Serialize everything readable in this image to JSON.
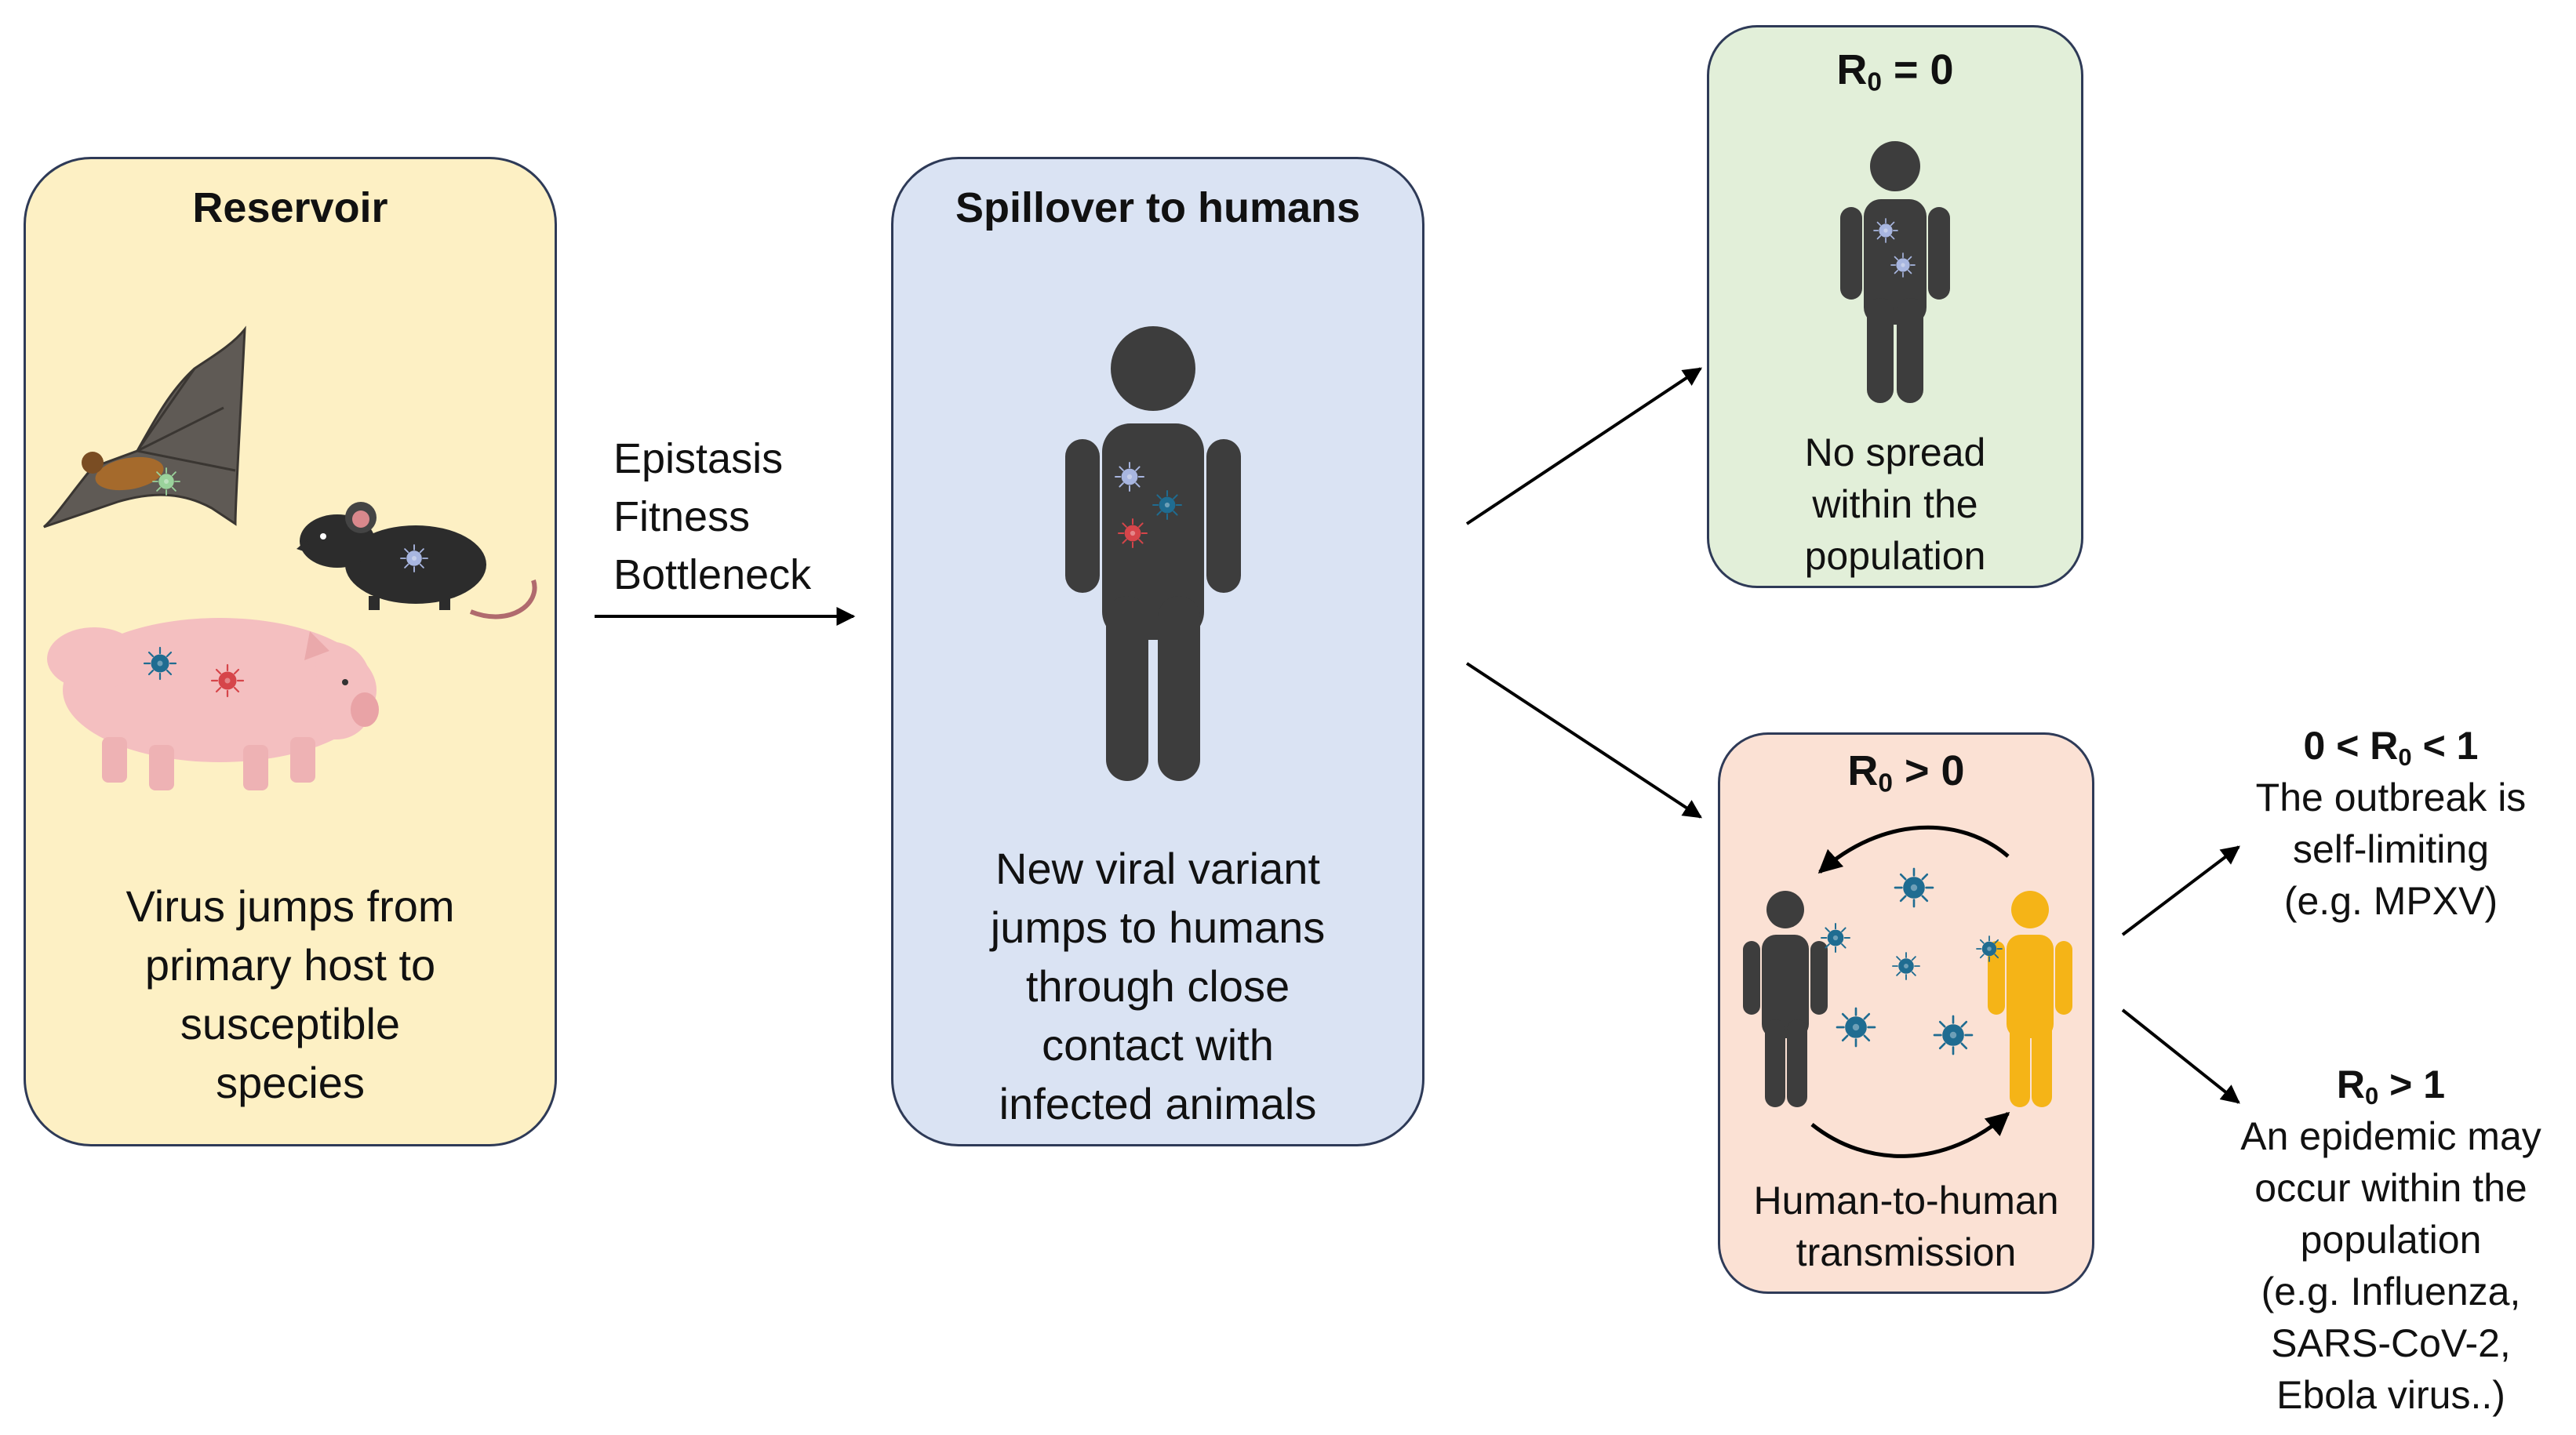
{
  "reservoir": {
    "title": "Reservoir",
    "description": [
      "Virus jumps from",
      "primary host to",
      "susceptible",
      "species"
    ]
  },
  "transition": {
    "factors": [
      "Epistasis",
      "Fitness",
      "Bottleneck"
    ]
  },
  "spillover": {
    "title": "Spillover to humans",
    "description": [
      "New viral variant",
      "jumps to humans",
      "through close",
      "contact with",
      "infected animals"
    ]
  },
  "r0_zero": {
    "title_main": "R",
    "title_sub": "0",
    "title_rest": " = 0",
    "description": [
      "No spread",
      "within the",
      "population"
    ]
  },
  "r0_positive": {
    "title_main": "R",
    "title_sub": "0",
    "title_rest": " > 0",
    "description": [
      "Human-to-human",
      "transmission"
    ]
  },
  "outcome_self_limiting": {
    "title_pre": "0 < R",
    "title_sub": "0",
    "title_rest": " < 1",
    "description": [
      "The outbreak is",
      "self-limiting",
      "(e.g. MPXV)"
    ]
  },
  "outcome_epidemic": {
    "title_main": "R",
    "title_sub": "0",
    "title_rest": " > 1",
    "description": [
      "An epidemic may",
      "occur within the",
      "population",
      "(e.g. Influenza,",
      "SARS-CoV-2,",
      "Ebola virus..)"
    ]
  },
  "colors": {
    "reservoir_fill": "#fdf0c4",
    "spillover_fill": "#dae3f3",
    "r0_zero_fill": "#e2efd9",
    "r0_positive_fill": "#fbe1d4",
    "border": "#2e3a57",
    "person_dark": "#3d3d3d",
    "person_yellow": "#f5b417",
    "virus_blue": "#1f6c91",
    "virus_red": "#d6454a",
    "virus_lavender": "#a8b6e0",
    "virus_green": "#9ad29b"
  }
}
